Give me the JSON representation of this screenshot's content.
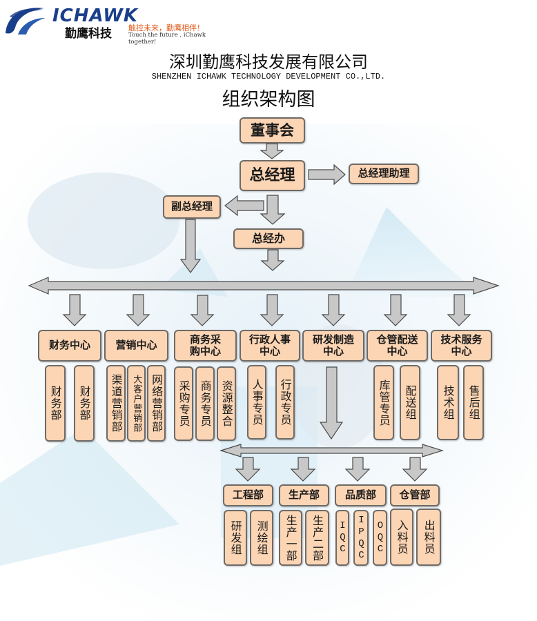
{
  "header": {
    "logo_text_en": "ICHAWK",
    "logo_text_cn": "勤鹰科技",
    "slogan_cn": "触控未来，勤鹰相伴！",
    "slogan_en": "Touch the future , iChawk together!"
  },
  "title": {
    "company_cn": "深圳勤鹰科技发展有限公司",
    "company_en": "SHENZHEN ICHAWK TECHNOLOGY DEVELOPMENT CO.,LTD.",
    "chart_title": "组织架构图"
  },
  "top": {
    "board": "董事会",
    "gm": "总经理",
    "gm_assistant": "总经理助理",
    "deputy_gm": "副总经理",
    "gm_office": "总经办"
  },
  "centers": [
    {
      "name": "财务中心",
      "units": [
        "财务部",
        "财务部"
      ]
    },
    {
      "name": "营销中心",
      "units": [
        "渠道营销部",
        "大客户营销部",
        "网络营销部"
      ]
    },
    {
      "name": "商务采购中心",
      "units": [
        "采购专员",
        "商务专员",
        "资源整合"
      ]
    },
    {
      "name": "行政人事中心",
      "units": [
        "人事专员",
        "行政专员"
      ]
    },
    {
      "name": "研发制造中心",
      "units": []
    },
    {
      "name": "仓管配送中心",
      "units": [
        "库管专员",
        "配送组"
      ]
    },
    {
      "name": "技术服务中心",
      "units": [
        "技术组",
        "售后组"
      ]
    }
  ],
  "manufacturing": [
    {
      "name": "工程部",
      "units": [
        "研发组",
        "测绘组"
      ]
    },
    {
      "name": "生产部",
      "units": [
        "生产一部",
        "生产二部"
      ]
    },
    {
      "name": "品质部",
      "units": [
        "IQC",
        "IPQC",
        "OQC"
      ]
    },
    {
      "name": "仓管部",
      "units": [
        "入料员",
        "出料员"
      ]
    }
  ],
  "colors": {
    "box_fill": "#fcd5b4",
    "box_border": "#6e6a66",
    "arrow_fill": "#c8c8c8",
    "logo_blue": "#1a3f8a",
    "slogan_orange": "#e05a1a"
  }
}
